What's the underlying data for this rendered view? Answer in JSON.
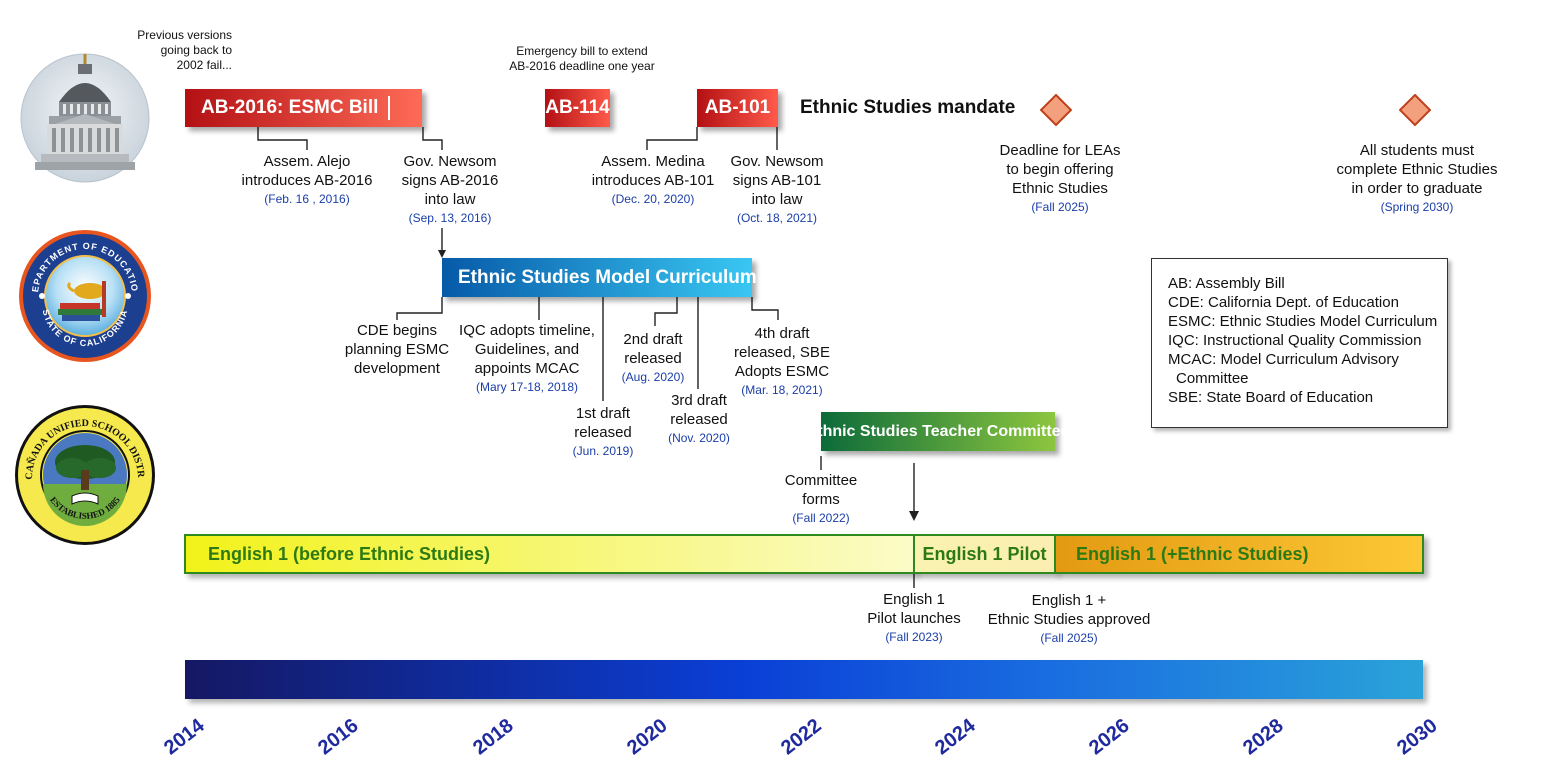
{
  "header_notes": {
    "previous_versions": [
      "Previous versions",
      "going back to",
      "2002 fail..."
    ],
    "emergency_bill": [
      "Emergency bill to extend",
      "AB-2016 deadline one year"
    ]
  },
  "bills": {
    "ab2016": "AB-2016: ESMC Bill",
    "ab114": "AB-114",
    "ab101": "AB-101",
    "mandate_label": "Ethnic Studies mandate"
  },
  "bars": {
    "curriculum": "Ethnic Studies Model Curriculum",
    "committee": "Ethnic Studies Teacher Committee"
  },
  "events": {
    "alejo": {
      "lines": [
        "Assem. Alejo",
        "introduces AB-2016"
      ],
      "date": "(Feb. 16 , 2016)"
    },
    "newsom2016": {
      "lines": [
        "Gov. Newsom",
        "signs AB-2016",
        "into law"
      ],
      "date": "(Sep. 13, 2016)"
    },
    "medina": {
      "lines": [
        "Assem. Medina",
        "introduces AB-101"
      ],
      "date": "(Dec. 20, 2020)"
    },
    "newsom2021": {
      "lines": [
        "Gov. Newsom",
        "signs AB-101",
        "into law"
      ],
      "date": "(Oct. 18, 2021)"
    },
    "deadline_leas": {
      "lines": [
        "Deadline for LEAs",
        "to begin offering",
        "Ethnic Studies"
      ],
      "date": "(Fall 2025)"
    },
    "graduate": {
      "lines": [
        "All students must",
        "complete Ethnic Studies",
        "in order to graduate"
      ],
      "date": "(Spring 2030)"
    },
    "cde_begins": {
      "lines": [
        "CDE begins",
        "planning ESMC",
        "development"
      ]
    },
    "iqc_adopts": {
      "lines": [
        "IQC adopts timeline,",
        "Guidelines, and",
        "appoints MCAC"
      ],
      "date": "(Mary 17-18, 2018)"
    },
    "draft1": {
      "lines": [
        "1st draft",
        "released"
      ],
      "date": "(Jun. 2019)"
    },
    "draft2": {
      "lines": [
        "2nd draft",
        "released"
      ],
      "date": "(Aug. 2020)"
    },
    "draft3": {
      "lines": [
        "3rd draft",
        "released"
      ],
      "date": "(Nov. 2020)"
    },
    "draft4": {
      "lines": [
        "4th draft",
        "released, SBE",
        "Adopts ESMC"
      ],
      "date": "(Mar. 18, 2021)"
    },
    "committee_forms": {
      "lines": [
        "Committee",
        "forms"
      ],
      "date": "(Fall 2022)"
    },
    "pilot_launches": {
      "lines": [
        "English 1",
        "Pilot launches"
      ],
      "date": "(Fall 2023)"
    },
    "es_approved": {
      "lines": [
        "English 1 +",
        "Ethnic Studies approved"
      ],
      "date": "(Fall 2025)"
    }
  },
  "legend": [
    "AB: Assembly Bill",
    "CDE: California Dept. of Education",
    "ESMC: Ethnic Studies Model Curriculum",
    "IQC: Instructional Quality Commission",
    "MCAC: Model Curriculum Advisory",
    "  Committee",
    "SBE: State Board of Education"
  ],
  "tracks": {
    "before": "English 1 (before Ethnic Studies)",
    "pilot": "English 1 Pilot",
    "plus": "English 1 (+Ethnic Studies)"
  },
  "years": [
    "2014",
    "2016",
    "2018",
    "2020",
    "2022",
    "2024",
    "2026",
    "2028",
    "2030"
  ],
  "logos": {
    "dept_ring": "DEPARTMENT OF EDUCATION",
    "dept_bottom": "STATE OF CALIFORNIA",
    "district_ring": "LA CAÑADA UNIFIED SCHOOL DISTRICT",
    "district_bottom": "ESTABLISHED 1885"
  },
  "colors": {
    "bill_red": "#c8151b",
    "curriculum_blue": "#0a6cb8",
    "committee_green": "#1a7a3a",
    "track_border": "#2d8a1f",
    "date_blue": "#1a3ea8",
    "year_blue": "#1f2a9e"
  }
}
